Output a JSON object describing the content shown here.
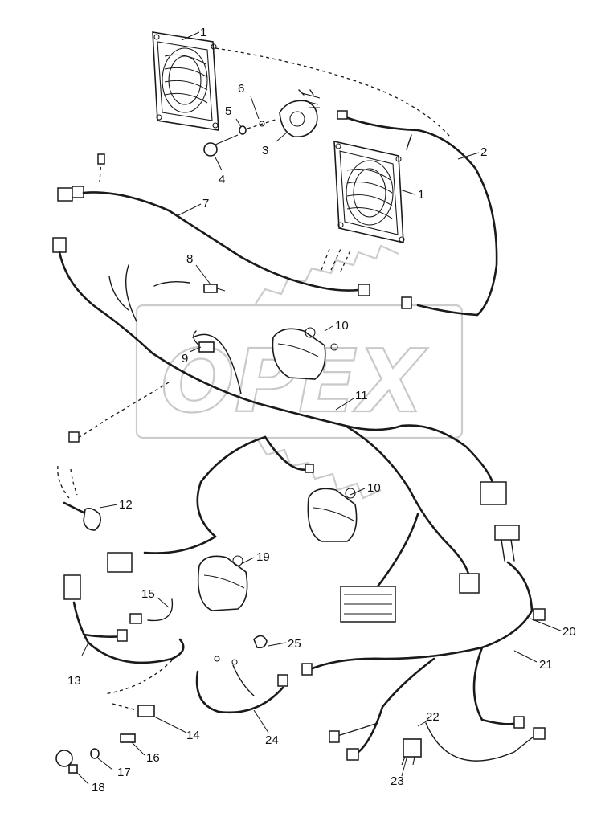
{
  "watermark": {
    "text": "OPEX",
    "color": "#c8c8c8"
  },
  "callouts": [
    {
      "id": "c1a",
      "label": "1"
    },
    {
      "id": "c1b",
      "label": "1"
    },
    {
      "id": "c2",
      "label": "2"
    },
    {
      "id": "c3",
      "label": "3"
    },
    {
      "id": "c4",
      "label": "4"
    },
    {
      "id": "c5",
      "label": "5"
    },
    {
      "id": "c6",
      "label": "6"
    },
    {
      "id": "c7",
      "label": "7"
    },
    {
      "id": "c8",
      "label": "8"
    },
    {
      "id": "c9",
      "label": "9"
    },
    {
      "id": "c10a",
      "label": "10"
    },
    {
      "id": "c10b",
      "label": "10"
    },
    {
      "id": "c11",
      "label": "11"
    },
    {
      "id": "c12",
      "label": "12"
    },
    {
      "id": "c13",
      "label": "13"
    },
    {
      "id": "c14",
      "label": "14"
    },
    {
      "id": "c15",
      "label": "15"
    },
    {
      "id": "c16",
      "label": "16"
    },
    {
      "id": "c17",
      "label": "17"
    },
    {
      "id": "c18",
      "label": "18"
    },
    {
      "id": "c19",
      "label": "19"
    },
    {
      "id": "c20",
      "label": "20"
    },
    {
      "id": "c21",
      "label": "21"
    },
    {
      "id": "c22",
      "label": "22"
    },
    {
      "id": "c23",
      "label": "23"
    },
    {
      "id": "c24",
      "label": "24"
    },
    {
      "id": "c25",
      "label": "25"
    }
  ]
}
